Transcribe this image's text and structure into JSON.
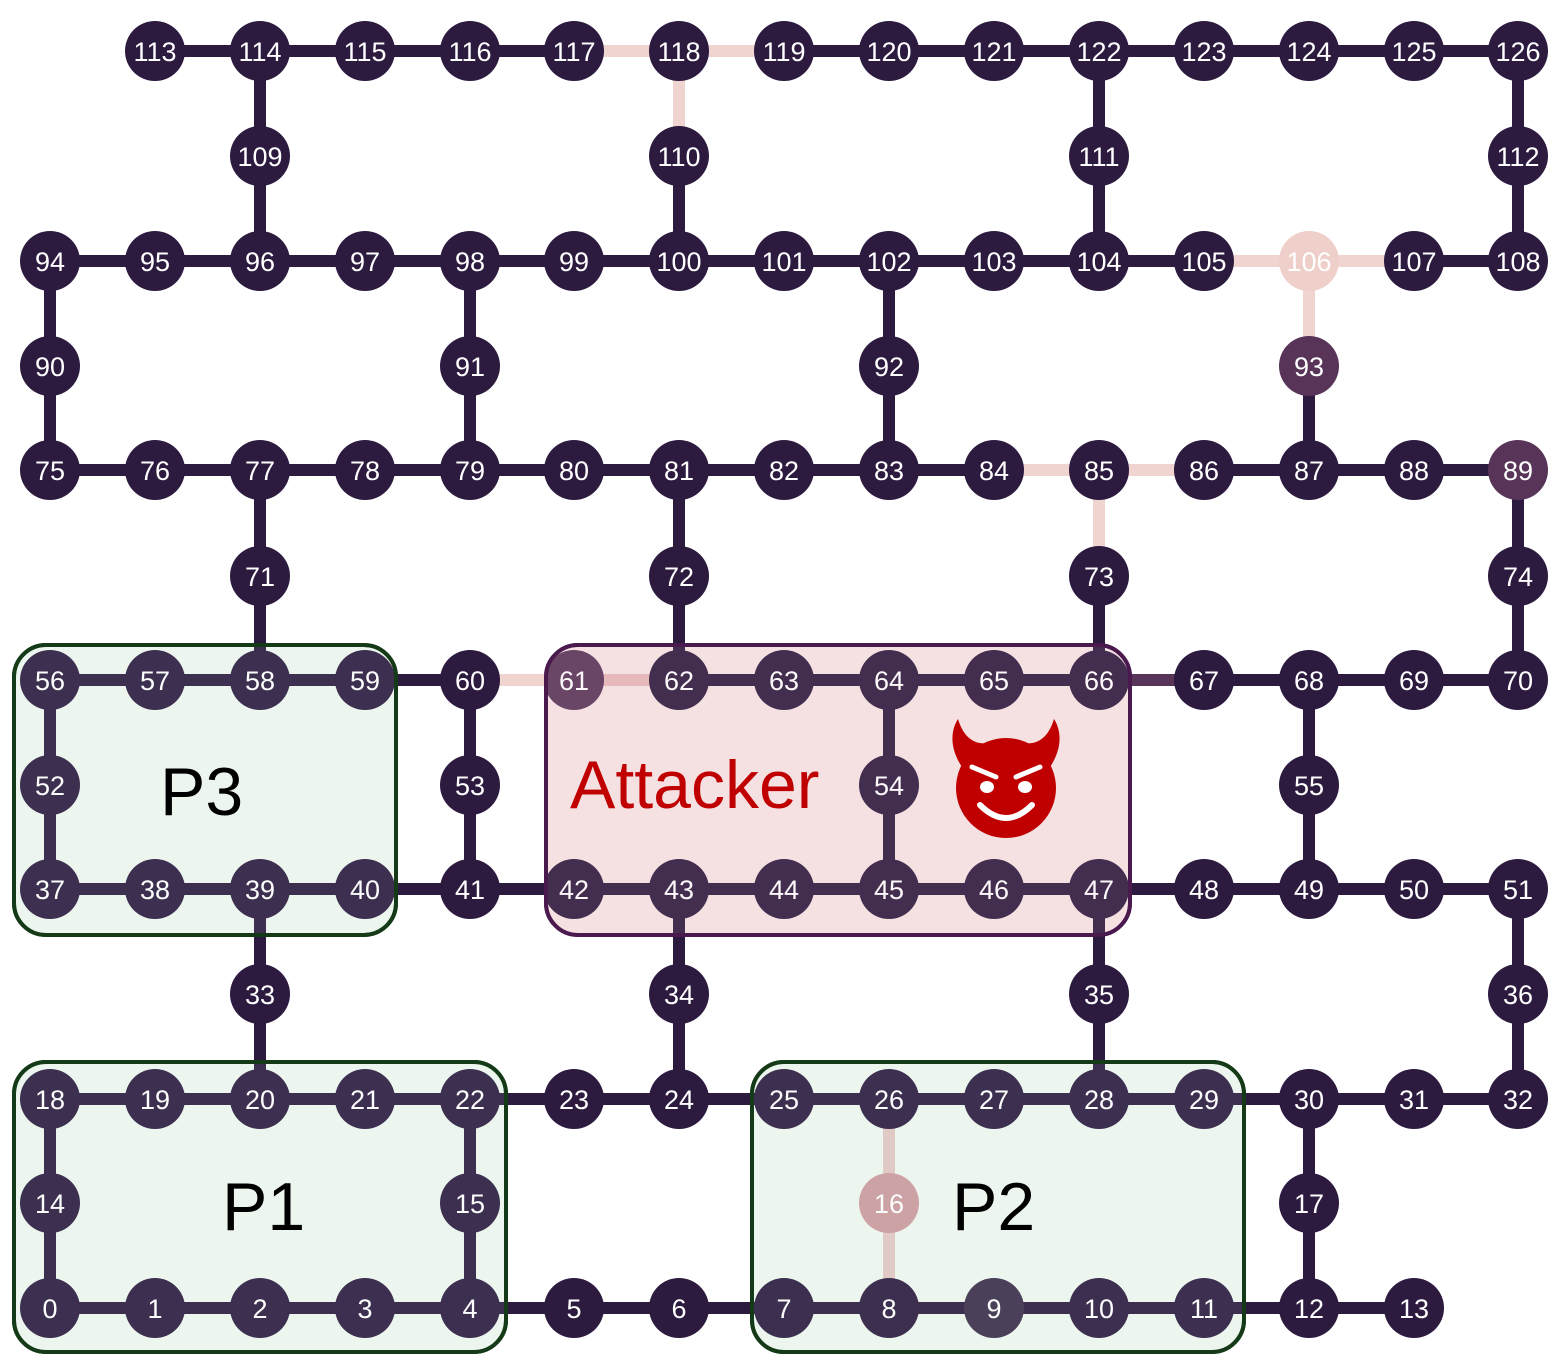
{
  "regions": [
    {
      "id": "P3",
      "label": "P3",
      "kind": "partition"
    },
    {
      "id": "P1",
      "label": "P1",
      "kind": "partition"
    },
    {
      "id": "P2",
      "label": "P2",
      "kind": "partition"
    },
    {
      "id": "Attacker",
      "label": "Attacker",
      "kind": "attacker"
    }
  ],
  "colors": {
    "node_default": "#2c1a3f",
    "edge_default": "#2c1a3f",
    "partition_fill": "#eff8f1",
    "partition_border": "#143a18",
    "attacker_fill": "#f6e4e5",
    "attacker_border": "#4a1a4f",
    "attacker_text": "#c00000",
    "devil_icon": "#c00000",
    "node_light": "#eecfca",
    "node_93": "#573458",
    "node_89": "#573458",
    "node_16": "#cc9a9f",
    "node_61": "#573458"
  },
  "icons": {
    "attacker": "devil-face-icon"
  },
  "nodes": [
    "0",
    "1",
    "2",
    "3",
    "4",
    "5",
    "6",
    "7",
    "8",
    "9",
    "10",
    "11",
    "12",
    "13",
    "14",
    "15",
    "16",
    "17",
    "18",
    "19",
    "20",
    "21",
    "22",
    "23",
    "24",
    "25",
    "26",
    "27",
    "28",
    "29",
    "30",
    "31",
    "32",
    "33",
    "34",
    "35",
    "36",
    "37",
    "38",
    "39",
    "40",
    "41",
    "42",
    "43",
    "44",
    "45",
    "46",
    "47",
    "48",
    "49",
    "50",
    "51",
    "52",
    "53",
    "54",
    "55",
    "56",
    "57",
    "58",
    "59",
    "60",
    "61",
    "62",
    "63",
    "64",
    "65",
    "66",
    "67",
    "68",
    "69",
    "70",
    "71",
    "72",
    "73",
    "74",
    "75",
    "76",
    "77",
    "78",
    "79",
    "80",
    "81",
    "82",
    "83",
    "84",
    "85",
    "86",
    "87",
    "88",
    "89",
    "90",
    "91",
    "92",
    "93",
    "94",
    "95",
    "96",
    "97",
    "98",
    "99",
    "100",
    "101",
    "102",
    "103",
    "104",
    "105",
    "106",
    "107",
    "108",
    "109",
    "110",
    "111",
    "112",
    "113",
    "114",
    "115",
    "116",
    "117",
    "118",
    "119",
    "120",
    "121",
    "122",
    "123",
    "124",
    "125",
    "126"
  ],
  "node_colors": {
    "106": "#eecfca",
    "93": "#573458",
    "89": "#573458",
    "16": "#cc9a9f",
    "61": "#573458",
    "9": "#3c2d4a"
  },
  "edges": [
    [
      "113",
      "114"
    ],
    [
      "114",
      "115"
    ],
    [
      "115",
      "116"
    ],
    [
      "116",
      "117"
    ],
    [
      "117",
      "118",
      "#f0d4cf"
    ],
    [
      "118",
      "119",
      "#f0d4cf"
    ],
    [
      "119",
      "120"
    ],
    [
      "120",
      "121"
    ],
    [
      "121",
      "122"
    ],
    [
      "122",
      "123"
    ],
    [
      "123",
      "124"
    ],
    [
      "124",
      "125"
    ],
    [
      "125",
      "126"
    ],
    [
      "114",
      "109"
    ],
    [
      "109",
      "96"
    ],
    [
      "118",
      "110",
      "#f0d4cf"
    ],
    [
      "110",
      "100"
    ],
    [
      "122",
      "111"
    ],
    [
      "111",
      "104"
    ],
    [
      "126",
      "112"
    ],
    [
      "112",
      "108"
    ],
    [
      "94",
      "95"
    ],
    [
      "95",
      "96"
    ],
    [
      "96",
      "97"
    ],
    [
      "97",
      "98"
    ],
    [
      "98",
      "99"
    ],
    [
      "99",
      "100"
    ],
    [
      "100",
      "101"
    ],
    [
      "101",
      "102"
    ],
    [
      "102",
      "103"
    ],
    [
      "103",
      "104"
    ],
    [
      "104",
      "105"
    ],
    [
      "105",
      "106",
      "#f0d4cf"
    ],
    [
      "106",
      "107",
      "#f0d4cf"
    ],
    [
      "107",
      "108"
    ],
    [
      "94",
      "90"
    ],
    [
      "90",
      "75"
    ],
    [
      "98",
      "91"
    ],
    [
      "91",
      "79"
    ],
    [
      "102",
      "92"
    ],
    [
      "92",
      "83"
    ],
    [
      "106",
      "93",
      "#f0d4cf"
    ],
    [
      "93",
      "87"
    ],
    [
      "75",
      "76"
    ],
    [
      "76",
      "77"
    ],
    [
      "77",
      "78"
    ],
    [
      "78",
      "79"
    ],
    [
      "79",
      "80"
    ],
    [
      "80",
      "81"
    ],
    [
      "81",
      "82"
    ],
    [
      "82",
      "83"
    ],
    [
      "83",
      "84"
    ],
    [
      "84",
      "85",
      "#f0d4cf"
    ],
    [
      "85",
      "86",
      "#f0d4cf"
    ],
    [
      "86",
      "87"
    ],
    [
      "87",
      "88"
    ],
    [
      "88",
      "89"
    ],
    [
      "77",
      "71"
    ],
    [
      "71",
      "58"
    ],
    [
      "81",
      "72"
    ],
    [
      "72",
      "62"
    ],
    [
      "85",
      "73",
      "#f0d4cf"
    ],
    [
      "73",
      "66"
    ],
    [
      "89",
      "74"
    ],
    [
      "74",
      "70"
    ],
    [
      "56",
      "57"
    ],
    [
      "57",
      "58"
    ],
    [
      "58",
      "59"
    ],
    [
      "59",
      "60"
    ],
    [
      "60",
      "61",
      "#f0d4cf"
    ],
    [
      "61",
      "62",
      "#e8b8b8"
    ],
    [
      "62",
      "63"
    ],
    [
      "63",
      "64"
    ],
    [
      "64",
      "65"
    ],
    [
      "65",
      "66"
    ],
    [
      "66",
      "67",
      "#573458"
    ],
    [
      "67",
      "68"
    ],
    [
      "68",
      "69"
    ],
    [
      "69",
      "70"
    ],
    [
      "56",
      "52"
    ],
    [
      "52",
      "37"
    ],
    [
      "60",
      "53"
    ],
    [
      "53",
      "41"
    ],
    [
      "64",
      "54"
    ],
    [
      "54",
      "45"
    ],
    [
      "68",
      "55"
    ],
    [
      "55",
      "49"
    ],
    [
      "37",
      "38"
    ],
    [
      "38",
      "39"
    ],
    [
      "39",
      "40"
    ],
    [
      "40",
      "41"
    ],
    [
      "41",
      "42"
    ],
    [
      "42",
      "43"
    ],
    [
      "43",
      "44"
    ],
    [
      "44",
      "45"
    ],
    [
      "45",
      "46"
    ],
    [
      "46",
      "47"
    ],
    [
      "47",
      "48"
    ],
    [
      "48",
      "49"
    ],
    [
      "49",
      "50"
    ],
    [
      "50",
      "51"
    ],
    [
      "39",
      "33"
    ],
    [
      "33",
      "20"
    ],
    [
      "43",
      "34"
    ],
    [
      "34",
      "24"
    ],
    [
      "47",
      "35"
    ],
    [
      "35",
      "28"
    ],
    [
      "51",
      "36"
    ],
    [
      "36",
      "32"
    ],
    [
      "18",
      "19"
    ],
    [
      "19",
      "20"
    ],
    [
      "20",
      "21"
    ],
    [
      "21",
      "22"
    ],
    [
      "22",
      "23"
    ],
    [
      "23",
      "24"
    ],
    [
      "24",
      "25"
    ],
    [
      "25",
      "26"
    ],
    [
      "26",
      "27"
    ],
    [
      "27",
      "28"
    ],
    [
      "28",
      "29"
    ],
    [
      "29",
      "30"
    ],
    [
      "30",
      "31"
    ],
    [
      "31",
      "32"
    ],
    [
      "18",
      "14"
    ],
    [
      "14",
      "0"
    ],
    [
      "22",
      "15"
    ],
    [
      "15",
      "4"
    ],
    [
      "26",
      "16",
      "#e2c6c3"
    ],
    [
      "16",
      "8",
      "#e2c6c3"
    ],
    [
      "30",
      "17"
    ],
    [
      "17",
      "12"
    ],
    [
      "0",
      "1"
    ],
    [
      "1",
      "2"
    ],
    [
      "2",
      "3"
    ],
    [
      "3",
      "4"
    ],
    [
      "4",
      "5"
    ],
    [
      "5",
      "6"
    ],
    [
      "6",
      "7"
    ],
    [
      "7",
      "8"
    ],
    [
      "8",
      "9"
    ],
    [
      "9",
      "10"
    ],
    [
      "10",
      "11"
    ],
    [
      "11",
      "12"
    ],
    [
      "12",
      "13"
    ]
  ]
}
